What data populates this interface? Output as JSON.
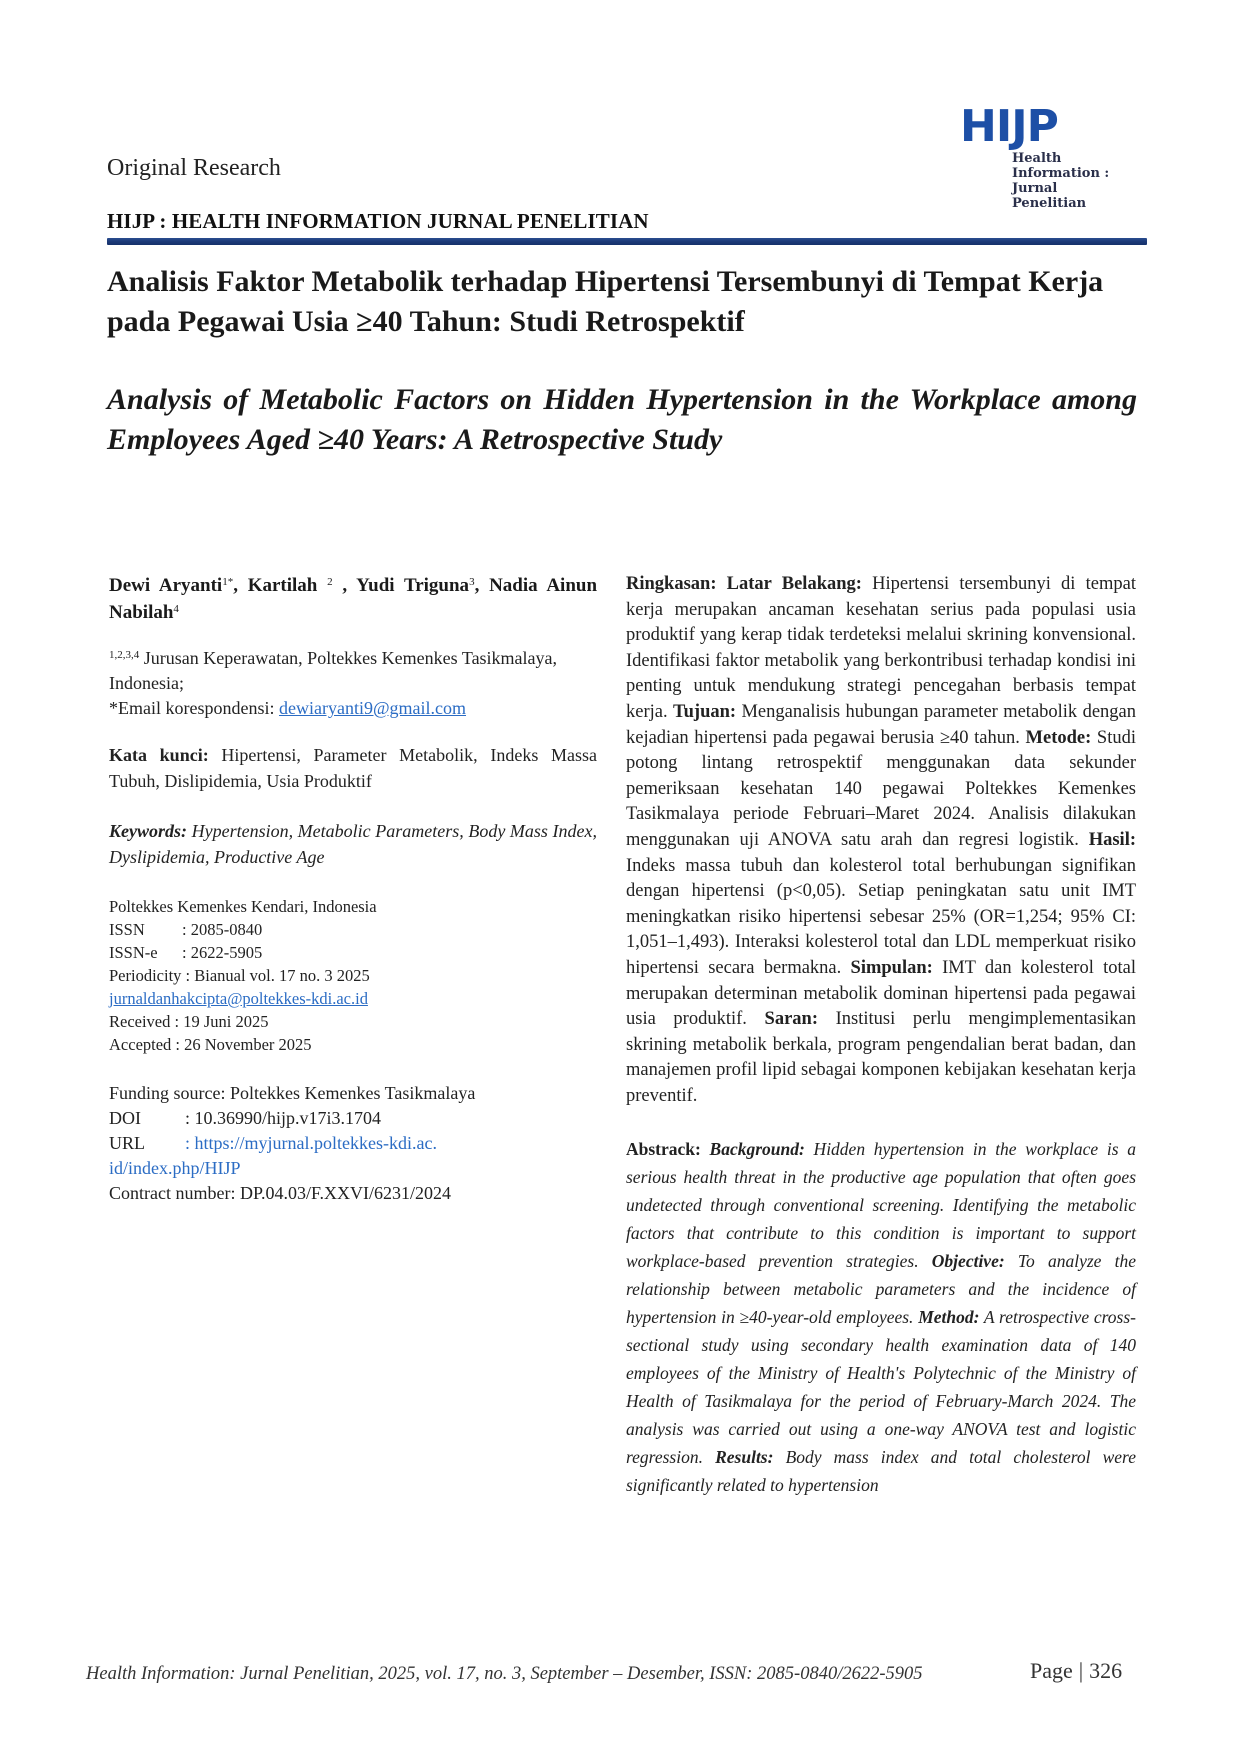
{
  "header": {
    "article_type": "Original Research",
    "journal_name": "HIJP : HEALTH INFORMATION JURNAL PENELITIAN",
    "logo": {
      "mark": "HIJP",
      "subtitle_lines": [
        "Health",
        "Information :",
        "Jurnal",
        "Penelitian"
      ],
      "color": "#1d4fa6"
    },
    "rule_color": "#1c3a78"
  },
  "title": {
    "indonesian": "Analisis Faktor Metabolik terhadap Hipertensi Tersembunyi di Tempat Kerja pada Pegawai Usia ≥40 Tahun: Studi Retrospektif",
    "english": "Analysis of Metabolic Factors on Hidden Hypertension in the Workplace among Employees Aged ≥40 Years: A Retrospective Study"
  },
  "authors": [
    {
      "name": "Dewi Aryanti",
      "sup": "1*"
    },
    {
      "name": "Kartilah",
      "sup": "2"
    },
    {
      "name": "Yudi Triguna",
      "sup": "3"
    },
    {
      "name": "Nadia Ainun Nabilah",
      "sup": "4"
    }
  ],
  "affiliation": {
    "sup": "1,2,3,4",
    "text": "Jurusan Keperawatan, Poltekkes Kemenkes Tasikmalaya,  Indonesia;",
    "email_label": "*Email korespondensi: ",
    "email": "dewiaryanti9@gmail.com"
  },
  "keywords_id": {
    "label": "Kata kunci:",
    "text": " Hipertensi, Parameter Metabolik, Indeks Massa Tubuh, Dislipidemia, Usia Produktif"
  },
  "keywords_en": {
    "label": "Keywords:",
    "text": " Hypertension, Metabolic Parameters, Body Mass Index, Dyslipidemia, Productive Age"
  },
  "publication": {
    "publisher": "Poltekkes Kemenkes Kendari, Indonesia",
    "issn_label": "ISSN",
    "issn": ": 2085-0840",
    "issn_e_label": "ISSN-e",
    "issn_e": ": 2622-5905",
    "periodicity": "Periodicity : Bianual vol. 17 no. 3 2025",
    "email": "jurnaldanhakcipta@poltekkes-kdi.ac.id",
    "received": "Received : 19 Juni 2025",
    "accepted": "Accepted : 26 November 2025",
    "funding": "Funding source: Poltekkes Kemenkes Tasikmalaya",
    "doi_label": "DOI",
    "doi": ": 10.36990/hijp.v17i3.1704",
    "url_label": "URL",
    "url_prefix": ": ",
    "url": "https://myjurnal.poltekkes-kdi.ac.id/index.php/HIJP",
    "contract": "Contract number: DP.04.03/F.XXVI/6231/2024"
  },
  "ringkasan": {
    "heading": "Ringkasan: Latar Belakang:",
    "background": " Hipertensi tersembunyi di tempat kerja merupakan ancaman kesehatan serius pada populasi usia produktif yang kerap tidak terdeteksi melalui skrining konvensional. Identifikasi faktor metabolik yang berkontribusi terhadap kondisi ini penting untuk mendukung strategi pencegahan berbasis tempat kerja. ",
    "tujuan_label": "Tujuan:",
    "tujuan": " Menganalisis hubungan parameter metabolik dengan kejadian hipertensi pada pegawai berusia ≥40 tahun. ",
    "metode_label": "Metode:",
    "metode": " Studi potong lintang retrospektif menggunakan data sekunder pemeriksaan kesehatan 140 pegawai Poltekkes Kemenkes Tasikmalaya periode Februari–Maret 2024. Analisis dilakukan menggunakan uji ANOVA satu arah dan regresi logistik. ",
    "hasil_label": "Hasil:",
    "hasil": " Indeks massa tubuh dan kolesterol total berhubungan signifikan dengan hipertensi (p<0,05). Setiap peningkatan satu unit IMT meningkatkan risiko hipertensi sebesar 25% (OR=1,254; 95% CI: 1,051–1,493). Interaksi kolesterol total dan LDL memperkuat risiko hipertensi secara bermakna. ",
    "simpulan_label": "Simpulan:",
    "simpulan": " IMT dan kolesterol total merupakan determinan metabolik dominan hipertensi pada pegawai usia produktif. ",
    "saran_label": "Saran:",
    "saran": " Institusi perlu mengimplementasikan skrining metabolik berkala, program pengendalian berat badan, dan manajemen profil lipid sebagai komponen kebijakan kesehatan kerja preventif."
  },
  "abstract": {
    "heading": "Abstrack:",
    "background_label": " Background:",
    "background": " Hidden hypertension in the workplace is a serious health threat in the productive age population that often goes undetected through conventional screening. Identifying the metabolic factors that contribute to this condition is important to support workplace-based prevention strategies. ",
    "objective_label": "Objective:",
    "objective": " To analyze the relationship between metabolic parameters and the incidence of hypertension in ≥40-year-old employees. ",
    "method_label": "Method:",
    "method": " A retrospective cross-sectional study using secondary health examination data of 140 employees of the Ministry of Health's Polytechnic of the Ministry of Health of Tasikmalaya for the period of February-March 2024. The analysis was carried out using a one-way ANOVA test and logistic regression. ",
    "results_label": "Results:",
    "results": " Body mass index and total cholesterol were significantly related to hypertension"
  },
  "footer": {
    "citation": "Health Information: Jurnal Penelitian, 2025, vol. 17, no. 3, September – Desember, ISSN: 2085-0840/2622-5905",
    "page_label": "Page",
    "separator": "|",
    "page_number": "326"
  }
}
